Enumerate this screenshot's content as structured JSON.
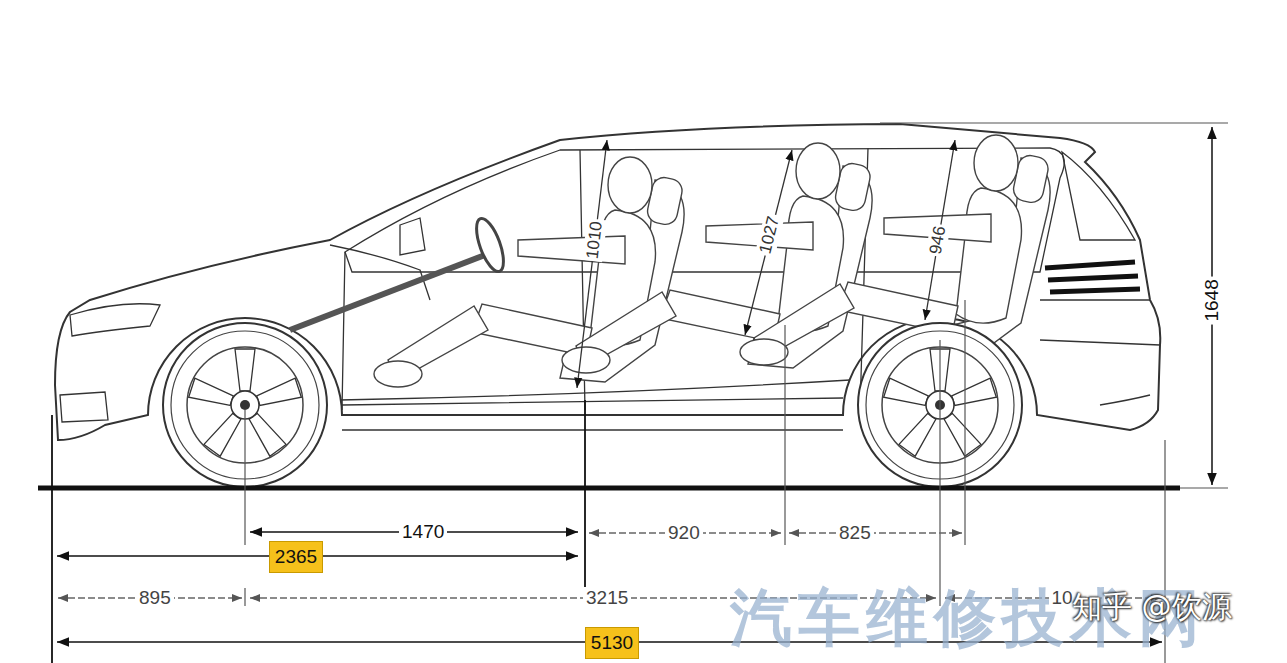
{
  "diagram": {
    "nodes": [
      {
        "text": [
          "2365"
        ]
      },
      {
        "text": [
          "5130"
        ]
      }
    ],
    "labels": [
      "1010",
      "1027",
      "946",
      "1648",
      "1470",
      "920",
      "825",
      "895",
      "3215",
      "10",
      "知乎 @饮源",
      "汽车维修技术网"
    ]
  }
}
